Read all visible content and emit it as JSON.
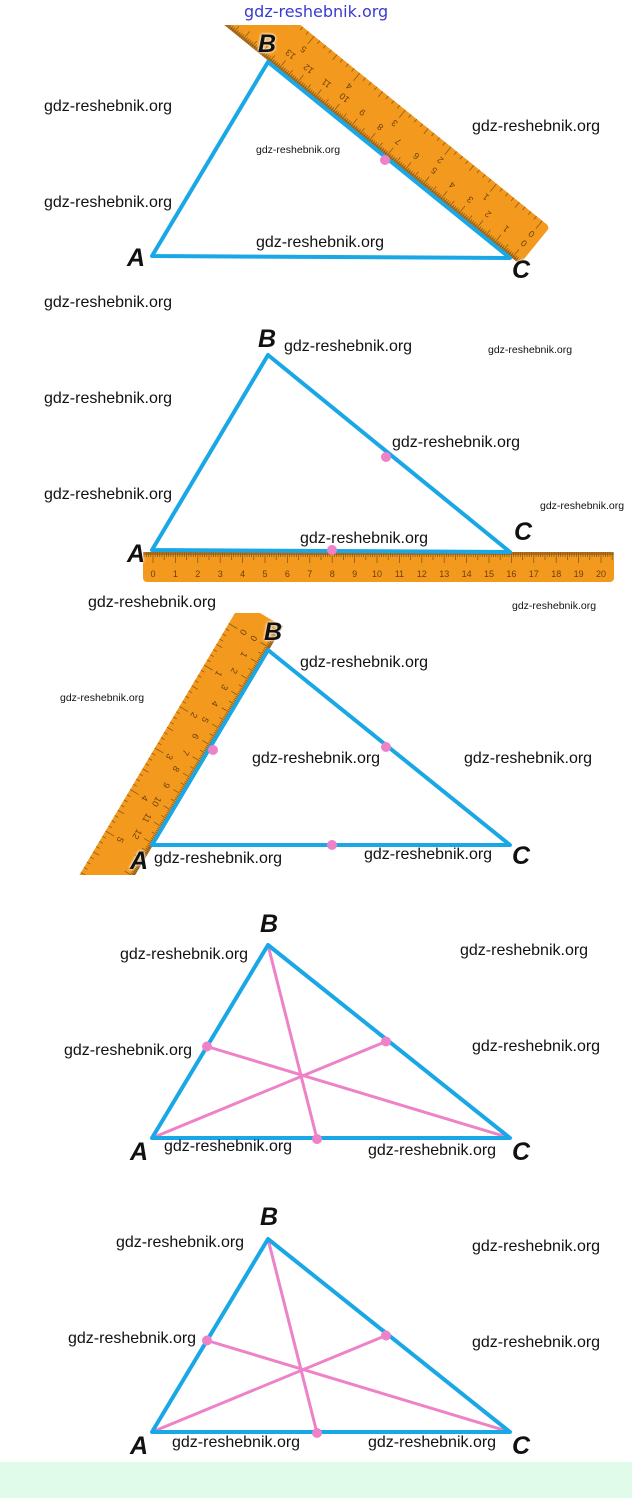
{
  "header": {
    "site_link": "gdz-reshebnik.org"
  },
  "colors": {
    "triangle": "#1aa7e6",
    "median": "#ee82c8",
    "ruler": "#f39a1e",
    "ruler_ticks": "#8a5a1a",
    "footer": "#e0fbe9"
  },
  "vertex_labels": {
    "A": "A",
    "B": "B",
    "C": "C"
  },
  "rulers": {
    "cm_labels": [
      "0",
      "1",
      "2",
      "3",
      "4",
      "5",
      "6",
      "7",
      "8",
      "9",
      "10",
      "11",
      "12",
      "13",
      "14",
      "15",
      "16",
      "17",
      "18",
      "19",
      "20"
    ],
    "inch_labels": [
      "0",
      "1",
      "2",
      "3",
      "4",
      "5"
    ]
  },
  "watermarks": [
    "gdz-reshebnik.org",
    "gdz-reshebnik.org",
    "gdz-reshebnik.org",
    "gdz-reshebnik.org",
    "gdz-reshebnik.org",
    "gdz-reshebnik.org",
    "gdz-reshebnik.org",
    "gdz-reshebnik.org",
    "gdz-reshebnik.org",
    "gdz-reshebnik.org",
    "gdz-reshebnik.org",
    "gdz-reshebnik.org",
    "gdz-reshebnik.org",
    "gdz-reshebnik.org",
    "gdz-reshebnik.org",
    "gdz-reshebnik.org",
    "gdz-reshebnik.org",
    "gdz-reshebnik.org",
    "gdz-reshebnik.org",
    "gdz-reshebnik.org",
    "gdz-reshebnik.org",
    "gdz-reshebnik.org",
    "gdz-reshebnik.org",
    "gdz-reshebnik.org",
    "gdz-reshebnik.org",
    "gdz-reshebnik.org",
    "gdz-reshebnik.org",
    "gdz-reshebnik.org",
    "gdz-reshebnik.org",
    "gdz-reshebnik.org",
    "gdz-reshebnik.org",
    "gdz-reshebnik.org",
    "gdz-reshebnik.org",
    "gdz-reshebnik.org"
  ]
}
